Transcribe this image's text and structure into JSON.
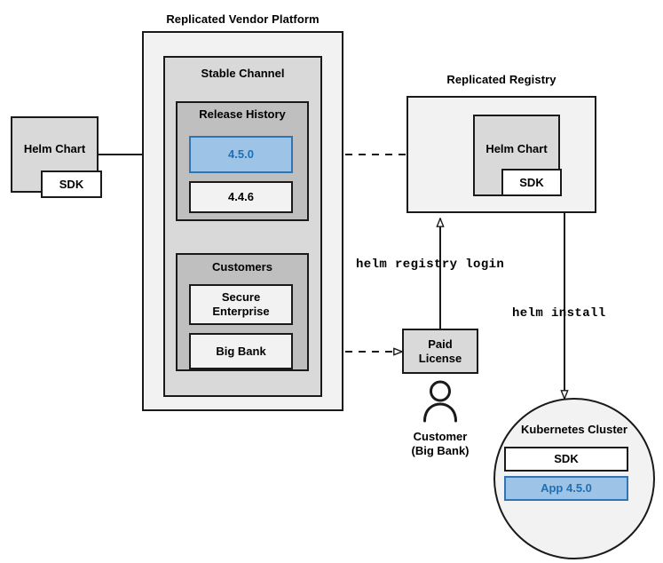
{
  "diagram": {
    "title_vendor_platform": "Replicated Vendor Platform",
    "title_registry": "Replicated Registry",
    "stable_channel": "Stable Channel",
    "release_history": "Release History",
    "customers": "Customers"
  },
  "left": {
    "helm_chart": "Helm Chart",
    "sdk": "SDK"
  },
  "releases": [
    {
      "version": "4.5.0",
      "state": "selected"
    },
    {
      "version": "4.4.6",
      "state": "normal"
    }
  ],
  "customers": [
    {
      "name": "Secure\nEnterprise"
    },
    {
      "name": "Big Bank"
    }
  ],
  "registry": {
    "helm_chart": "Helm Chart",
    "sdk": "SDK"
  },
  "license": {
    "label": "Paid\nLicense",
    "customer_caption": "Customer\n(Big Bank)",
    "person_icon": "person-icon"
  },
  "commands": {
    "registry_login": "helm registry login",
    "install": "helm install"
  },
  "cluster": {
    "title": "Kubernetes Cluster",
    "sdk": "SDK",
    "app": "App 4.5.0"
  },
  "colors": {
    "accent_blue_fill": "#9dc3e6",
    "accent_blue_border": "#2e75b6",
    "accent_blue_text": "#1f6fb5",
    "stroke": "#1a1a1a",
    "fill_light": "#f2f2f2",
    "fill_mid": "#d9d9d9",
    "fill_dark": "#bfbfbf",
    "fill_white": "#ffffff"
  }
}
